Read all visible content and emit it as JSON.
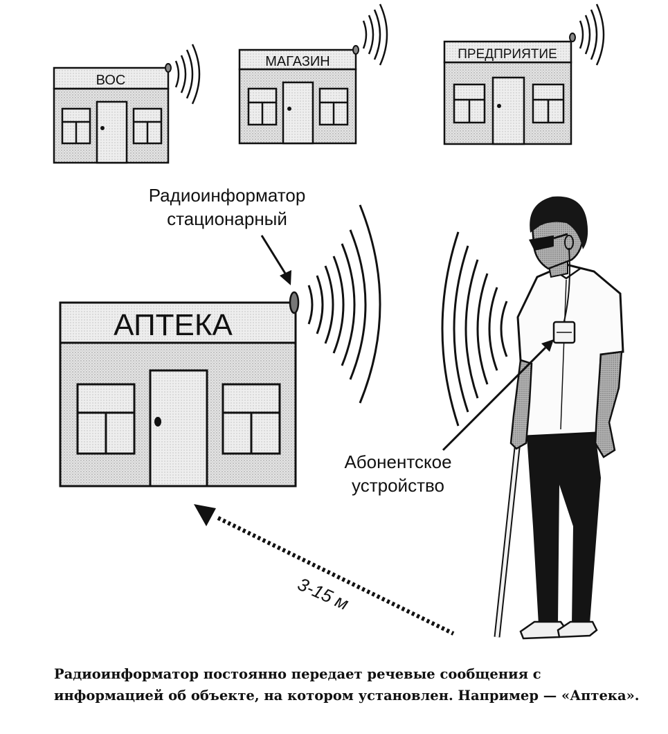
{
  "buildings": {
    "vos": "ВОС",
    "shop": "МАГАЗИН",
    "enterprise": "ПРЕДПРИЯТИЕ",
    "pharmacy": "АПТЕКА"
  },
  "labels": {
    "stationary_line1": "Радиоинформатор",
    "stationary_line2": "стационарный",
    "subscriber_line1": "Абонентское",
    "subscriber_line2": "устройство",
    "distance": "3-15 м"
  },
  "caption": "Радиоинформатор постоянно передает речевые сообщения с информацией об объекте, на котором установлен. Например — «Аптека».",
  "colors": {
    "ink": "#111111",
    "wall": "#d9d9d9",
    "sign": "#e6e6e6",
    "skin": "#9a9a9a",
    "trousers": "#141414"
  }
}
